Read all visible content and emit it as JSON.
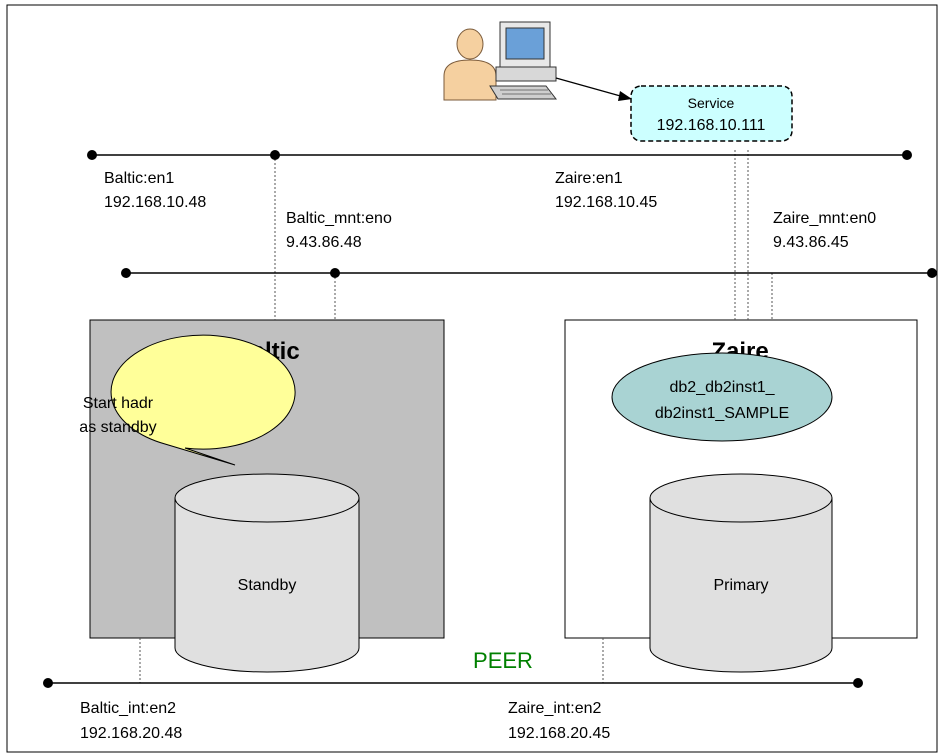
{
  "colors": {
    "standby_node": "#c0c0c0",
    "primary_node": "#ffffff",
    "service_fill": "#ccffff",
    "resource_fill": "#a9d3d3",
    "callout_fill": "#ffff99",
    "peer_text": "#008000",
    "disk_fill": "#e0e0e0"
  },
  "client": {
    "icon": "user-workstation-icon"
  },
  "service": {
    "line1": "Service",
    "line2": "192.168.10.111"
  },
  "networks": {
    "public": {
      "left_name": "Baltic:en1",
      "left_ip": "192.168.10.48",
      "right_name": "Zaire:en1",
      "right_ip": "192.168.10.45"
    },
    "mgmt": {
      "left_name": "Baltic_mnt:eno",
      "left_ip": "9.43.86.48",
      "right_name": "Zaire_mnt:en0",
      "right_ip": "9.43.86.45"
    },
    "private": {
      "left_name": "Baltic_int:en2",
      "left_ip": "192.168.20.48",
      "right_name": "Zaire_int:en2",
      "right_ip": "192.168.20.45"
    }
  },
  "nodes": {
    "baltic": {
      "title": "Baltic",
      "disk_label": "Standby"
    },
    "zaire": {
      "title": "Zaire",
      "disk_label": "Primary"
    }
  },
  "callout": {
    "line1": "Start hadr",
    "line2": "as standby"
  },
  "resource": {
    "line1": "db2_db2inst1_",
    "line2": "db2inst1_SAMPLE"
  },
  "peer_label": "PEER"
}
